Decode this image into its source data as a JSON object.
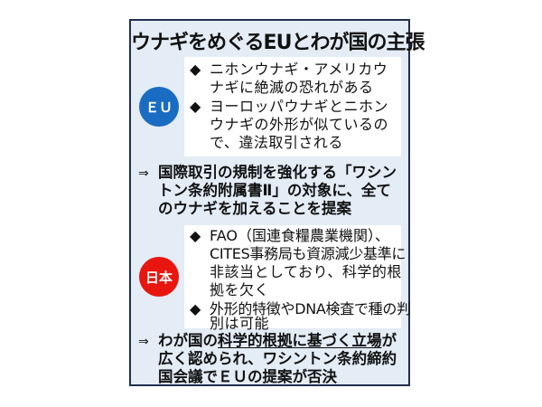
{
  "title": "ウナギをめぐるEUとわが国の主張",
  "colors": {
    "eu": "#1a6cc2",
    "japan": "#e8160f",
    "background": "#e4ecf6",
    "border": "#1f3050"
  },
  "eu": {
    "label": "ＥＵ",
    "bullet_icon": "diamond-icon",
    "points": [
      {
        "lines": [
          "ニホンウナギ・アメリカウ",
          "ナギに絶滅の恐れがある"
        ]
      },
      {
        "lines": [
          "ヨーロッパウナギとニホン",
          "ウナギの外形が似ているの",
          "で、違法取引される"
        ]
      }
    ],
    "conclusion": {
      "arrow": "⇒",
      "lines": [
        "国際取引の規制を強化する「ワシン",
        "トン条約附属書Ⅱ」の対象に、全て",
        "のウナギを加えることを提案"
      ]
    }
  },
  "japan": {
    "label": "日本",
    "points": [
      {
        "lines": [
          "FAO（国連食糧農業機関）、",
          "CITES事務局も資源減少基準に",
          "非該当としており、科学的根",
          "拠を欠く"
        ]
      },
      {
        "lines": [
          "外形的特徴やDNA検査で種の判",
          "別は可能"
        ]
      }
    ],
    "conclusion": {
      "arrow": "⇒",
      "line1_pre": "わが国の",
      "line1_underlined": "科学的根拠に基づく立場",
      "line1_post": "が",
      "lines": [
        "広く認められ、ワシントン条約締約",
        "国会議でＥＵの提案が否決"
      ]
    }
  }
}
